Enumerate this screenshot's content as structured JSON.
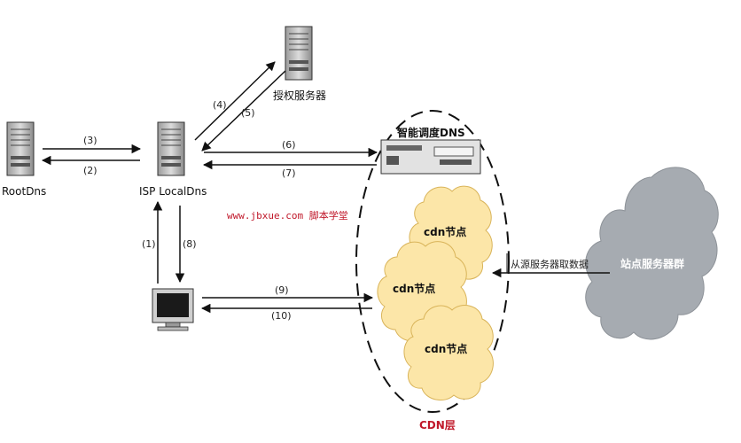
{
  "nodes": {
    "root_dns": "RootDns",
    "isp_localdns": "ISP LocalDns",
    "auth_server": "授权服务器",
    "smart_dns": "智能调度DNS",
    "site_cluster": "站点服务器群",
    "cdn_node_1": "cdn节点",
    "cdn_node_2": "cdn节点",
    "cdn_node_3": "cdn节点",
    "cdn_layer": "CDN层"
  },
  "edges": {
    "e1": "(1)",
    "e2": "(2)",
    "e3": "(3)",
    "e4": "(4)",
    "e5": "(5)",
    "e6": "(6)",
    "e7": "(7)",
    "e8": "(8)",
    "e9": "(9)",
    "e10": "(10)",
    "origin_fetch": "从源服务器取数据"
  },
  "watermark": "www.jbxue.com 脚本学堂",
  "colors": {
    "cdn_node_fill": "#fce6a8",
    "cdn_node_stroke": "#d9b45a",
    "cloud_fill": "#a6abb1",
    "accent_red": "#c0182a"
  }
}
